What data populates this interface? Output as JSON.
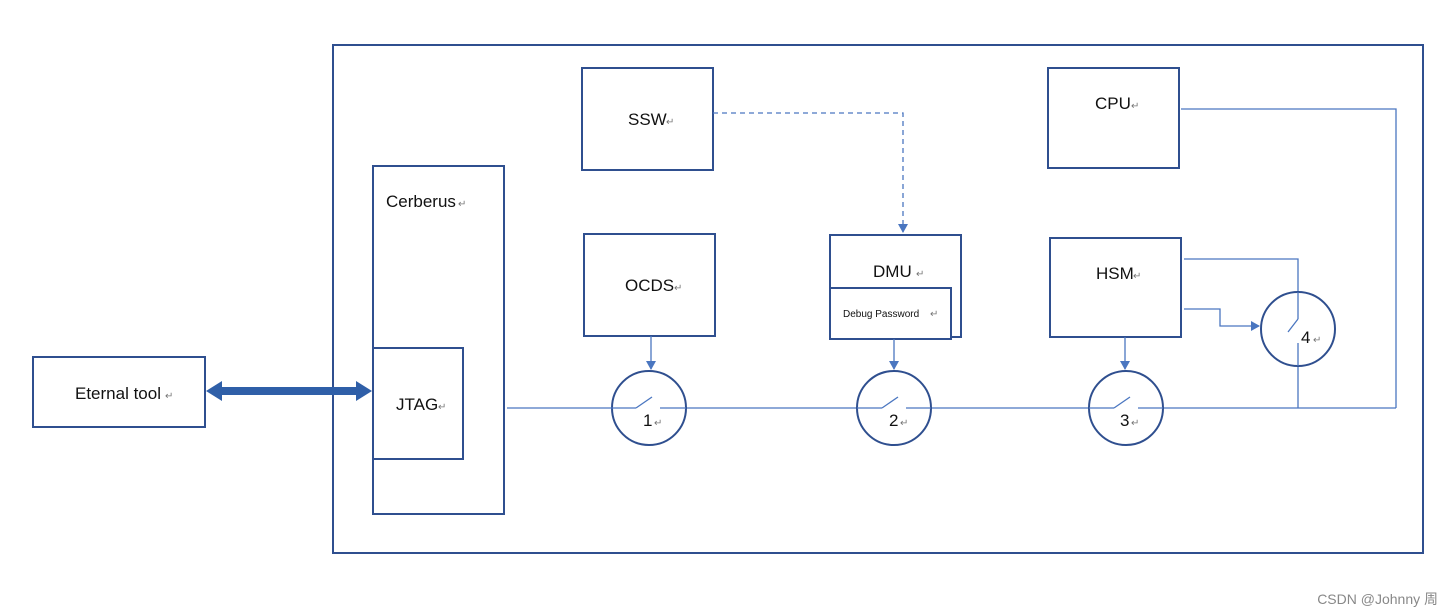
{
  "colors": {
    "box_border": "#2f4f8f",
    "wire": "#4a76c0",
    "arrow_fill": "#4a76c0"
  },
  "blocks": {
    "external_tool": "Eternal tool",
    "cerberus": "Cerberus",
    "jtag": "JTAG",
    "ssw": "SSW",
    "ocds": "OCDS",
    "dmu": "DMU",
    "debug_password": "Debug Password",
    "cpu": "CPU",
    "hsm": "HSM"
  },
  "switches": [
    "1",
    "2",
    "3",
    "4"
  ],
  "paragraph_mark": "↵",
  "watermark": "CSDN @Johnny 周"
}
